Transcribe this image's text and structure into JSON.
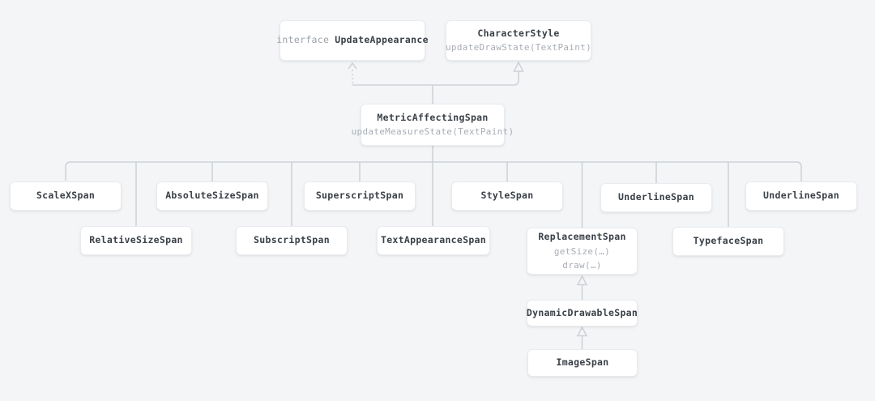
{
  "diagram": {
    "colors": {
      "background": "#f4f5f7",
      "node_background": "#ffffff",
      "node_border": "#e9ebee",
      "connector_line": "#cdd1d7",
      "title_text": "#3a4047",
      "muted_text": "#a8adb4"
    },
    "nodes": {
      "update_appearance": {
        "prefix": "interface",
        "name": "UpdateAppearance"
      },
      "character_style": {
        "name": "CharacterStyle",
        "method": "updateDrawState(TextPaint)"
      },
      "metric_affecting_span": {
        "name": "MetricAffectingSpan",
        "method": "updateMeasureState(TextPaint)"
      },
      "scale_x_span": {
        "name": "ScaleXSpan"
      },
      "absolute_size_span": {
        "name": "AbsoluteSizeSpan"
      },
      "superscript_span": {
        "name": "SuperscriptSpan"
      },
      "style_span": {
        "name": "StyleSpan"
      },
      "underline_span_1": {
        "name": "UnderlineSpan"
      },
      "underline_span_2": {
        "name": "UnderlineSpan"
      },
      "relative_size_span": {
        "name": "RelativeSizeSpan"
      },
      "subscript_span": {
        "name": "SubscriptSpan"
      },
      "text_appearance_span": {
        "name": "TextAppearanceSpan"
      },
      "replacement_span": {
        "name": "ReplacementSpan",
        "methods": [
          "getSize(…)",
          "draw(…)"
        ]
      },
      "typeface_span": {
        "name": "TypefaceSpan"
      },
      "dynamic_drawable_span": {
        "name": "DynamicDrawableSpan"
      },
      "image_span": {
        "name": "ImageSpan"
      }
    },
    "edges": [
      {
        "from": "MetricAffectingSpan",
        "to": "UpdateAppearance",
        "type": "implements-dashed"
      },
      {
        "from": "MetricAffectingSpan",
        "to": "CharacterStyle",
        "type": "extends"
      },
      {
        "from": "ScaleXSpan",
        "to": "MetricAffectingSpan",
        "type": "extends"
      },
      {
        "from": "RelativeSizeSpan",
        "to": "MetricAffectingSpan",
        "type": "extends"
      },
      {
        "from": "AbsoluteSizeSpan",
        "to": "MetricAffectingSpan",
        "type": "extends"
      },
      {
        "from": "SubscriptSpan",
        "to": "MetricAffectingSpan",
        "type": "extends"
      },
      {
        "from": "SuperscriptSpan",
        "to": "MetricAffectingSpan",
        "type": "extends"
      },
      {
        "from": "TextAppearanceSpan",
        "to": "MetricAffectingSpan",
        "type": "extends"
      },
      {
        "from": "StyleSpan",
        "to": "MetricAffectingSpan",
        "type": "extends"
      },
      {
        "from": "ReplacementSpan",
        "to": "MetricAffectingSpan",
        "type": "extends"
      },
      {
        "from": "UnderlineSpan",
        "to": "MetricAffectingSpan",
        "type": "extends"
      },
      {
        "from": "TypefaceSpan",
        "to": "MetricAffectingSpan",
        "type": "extends"
      },
      {
        "from": "UnderlineSpan",
        "to": "MetricAffectingSpan",
        "type": "extends"
      },
      {
        "from": "DynamicDrawableSpan",
        "to": "ReplacementSpan",
        "type": "extends"
      },
      {
        "from": "ImageSpan",
        "to": "DynamicDrawableSpan",
        "type": "extends"
      }
    ]
  }
}
